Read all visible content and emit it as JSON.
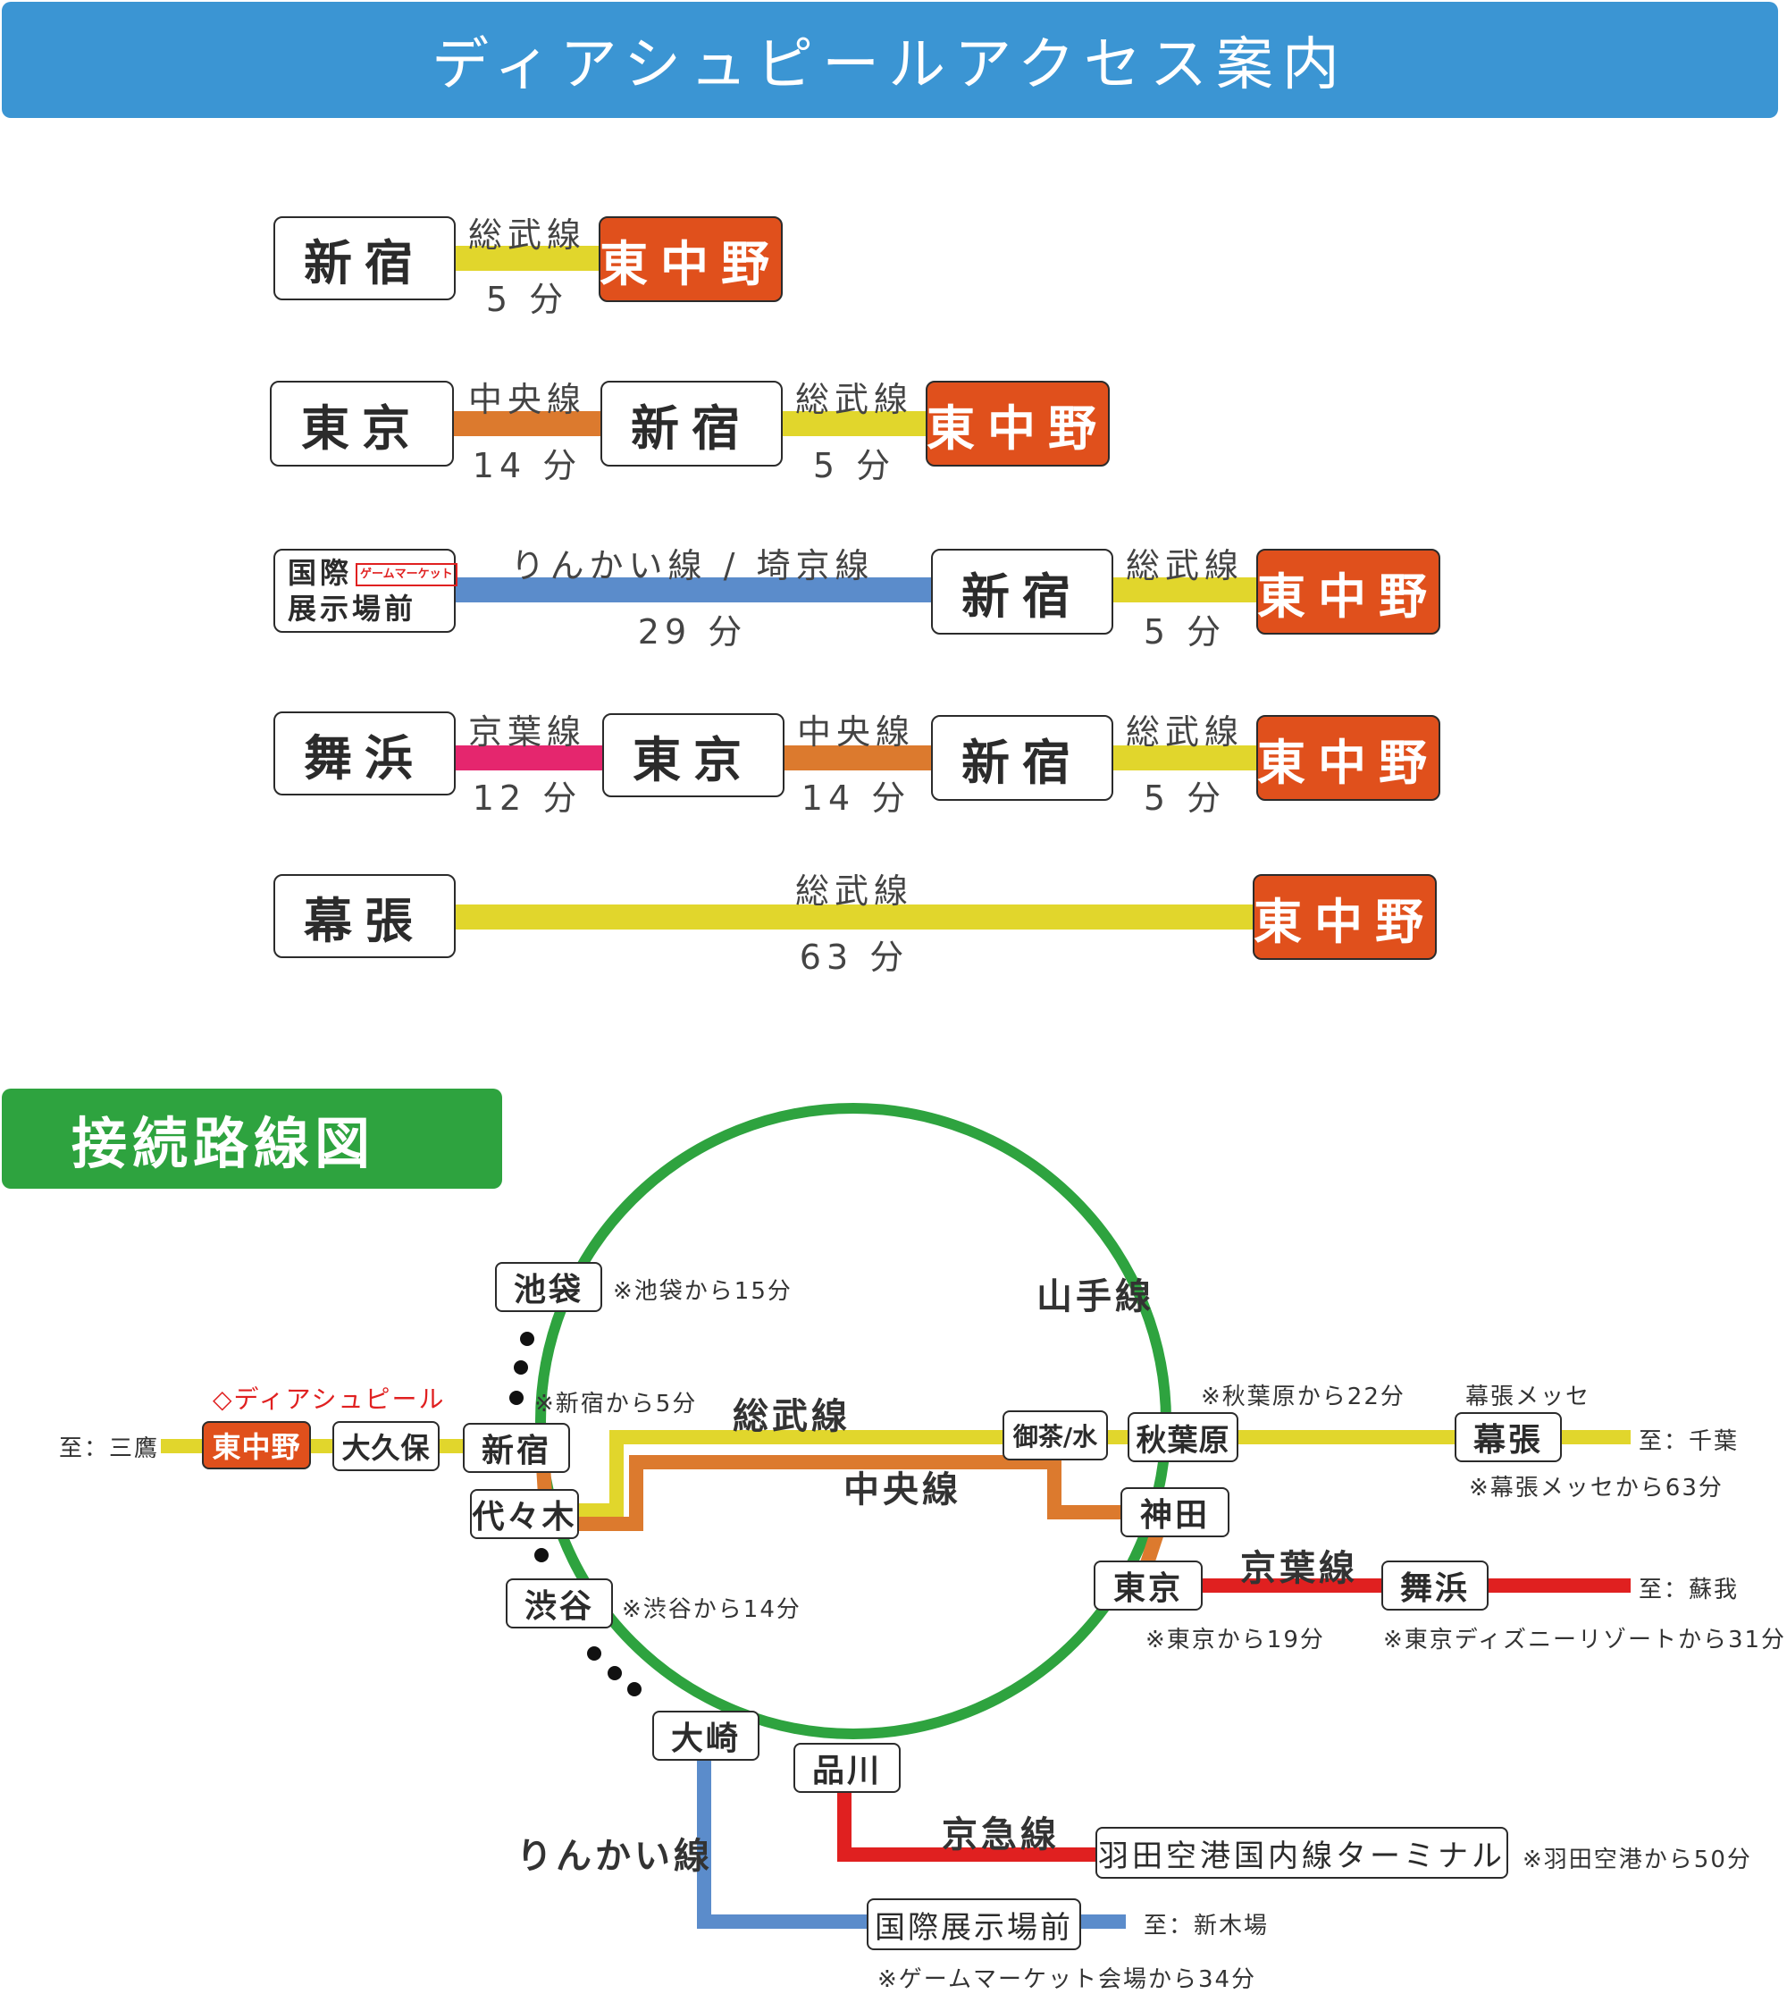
{
  "title": "ディアシュピールアクセス案内",
  "section2_title": "接続路線図",
  "colors": {
    "header_blue": "#3b95d3",
    "header_green": "#2ea33f",
    "destination": "#e0501c",
    "sobu": "#e1d62c",
    "chuo": "#dc7a2e",
    "keiyo": "#e5266e",
    "rinkai": "#5b8ccb",
    "yamanote": "#2ea33f",
    "keikyu": "#e02020"
  },
  "routes": [
    {
      "stations": [
        "新宿",
        "東中野"
      ],
      "lines": [
        {
          "name": "総武線",
          "time": "5 分"
        }
      ]
    },
    {
      "stations": [
        "東京",
        "新宿",
        "東中野"
      ],
      "lines": [
        {
          "name": "中央線",
          "time": "14 分"
        },
        {
          "name": "総武線",
          "time": "5 分"
        }
      ]
    },
    {
      "stations": [
        "国際展示場前",
        "新宿",
        "東中野"
      ],
      "origin_lines": [
        "国際",
        "展示場前"
      ],
      "origin_tag": "ゲームマーケット",
      "lines": [
        {
          "name": "りんかい線 / 埼京線",
          "time": "29 分"
        },
        {
          "name": "総武線",
          "time": "5 分"
        }
      ]
    },
    {
      "stations": [
        "舞浜",
        "東京",
        "新宿",
        "東中野"
      ],
      "lines": [
        {
          "name": "京葉線",
          "time": "12 分"
        },
        {
          "name": "中央線",
          "time": "14 分"
        },
        {
          "name": "総武線",
          "time": "5 分"
        }
      ]
    },
    {
      "stations": [
        "幕張",
        "東中野"
      ],
      "lines": [
        {
          "name": "総武線",
          "time": "63 分"
        }
      ]
    }
  ],
  "map": {
    "stations": {
      "ikebukuro": "池袋",
      "shinjuku": "新宿",
      "yoyogi": "代々木",
      "shibuya": "渋谷",
      "osaki": "大崎",
      "shinagawa": "品川",
      "tokyo": "東京",
      "kanda": "神田",
      "akihabara": "秋葉原",
      "ochanomizu": "御茶/水",
      "higashinakano": "東中野",
      "okubo": "大久保",
      "makuhari": "幕張",
      "maihama": "舞浜",
      "haneda": "羽田空港国内線ターミナル",
      "kokusai": "国際展示場前"
    },
    "lines": {
      "yamanote": "山手線",
      "sobu": "総武線",
      "chuo": "中央線",
      "keiyo": "京葉線",
      "keikyu": "京急線",
      "rinkai": "りんかい線"
    },
    "directions": {
      "mitaka": "至：三鷹",
      "chiba": "至：千葉",
      "soga": "至：蘇我",
      "shinkiba": "至：新木場"
    },
    "notes": {
      "ikebukuro": "※池袋から15分",
      "shinjuku": "※新宿から5分",
      "shibuya": "※渋谷から14分",
      "akihabara": "※秋葉原から22分",
      "makuhari": "※幕張メッセから63分",
      "tokyo": "※東京から19分",
      "maihama": "※東京ディズニーリゾートから31分",
      "haneda": "※羽田空港から50分",
      "kokusai": "※ゲームマーケット会場から34分"
    },
    "venue_label": "◇ディアシュピール",
    "makuhari_messe": "幕張メッセ"
  }
}
